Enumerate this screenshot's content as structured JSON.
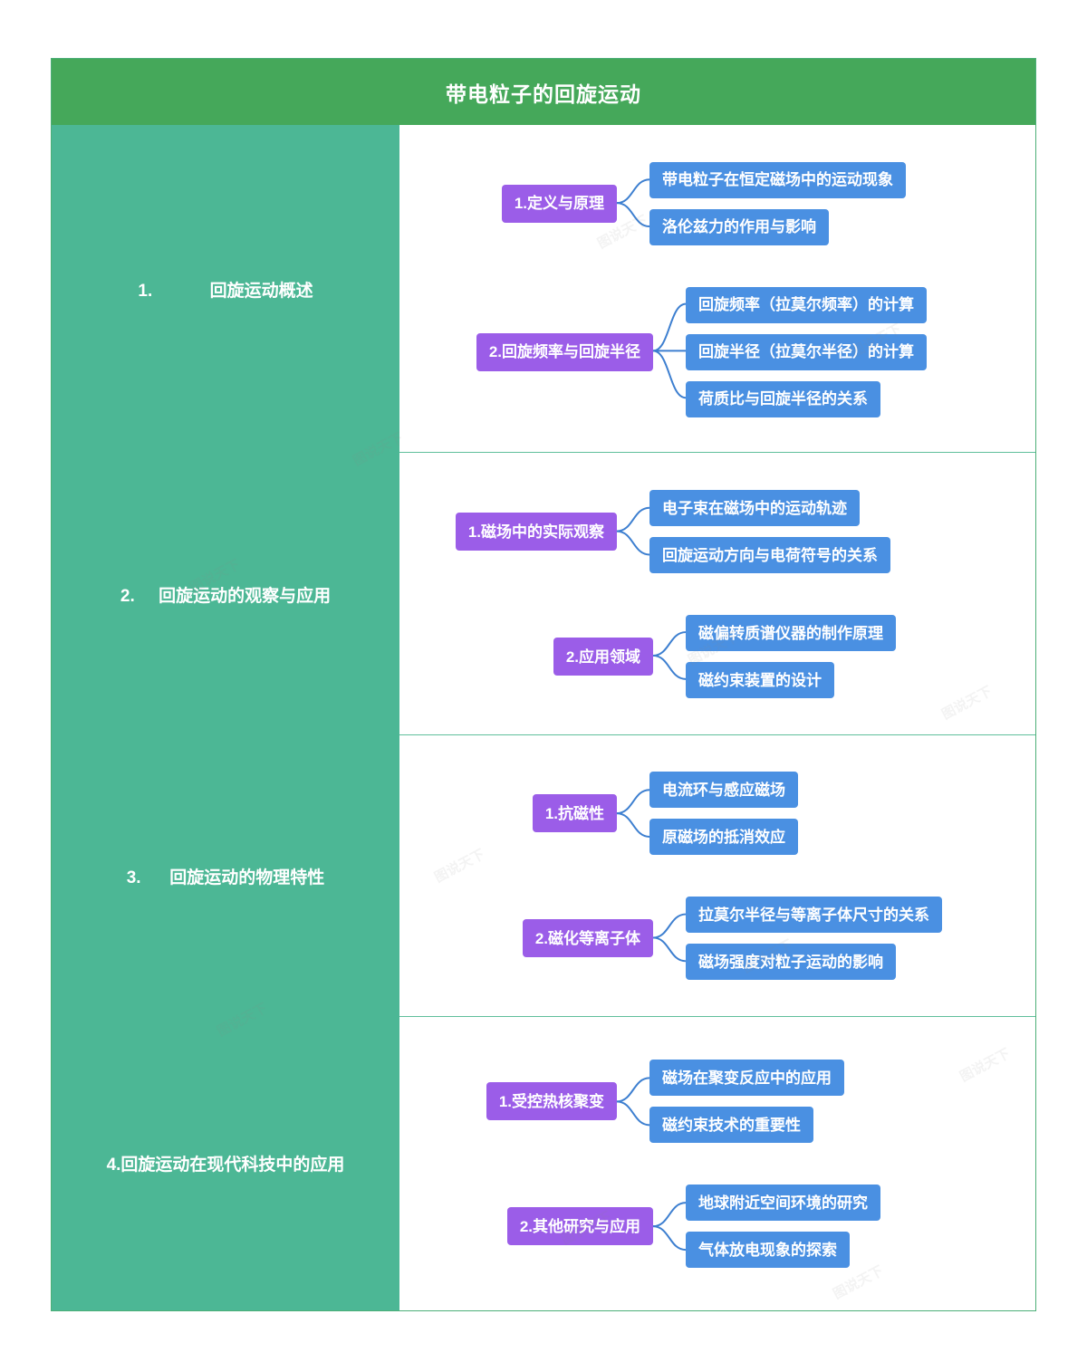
{
  "header": {
    "title": "带电粒子的回旋运动"
  },
  "colors": {
    "header_green": "#45A85A",
    "sidebar_green": "#4CB795",
    "node_purple": "#9B5DE8",
    "node_blue": "#4A90E2",
    "connector_blue": "#3D7FD0",
    "row_divider": "#5FBF9B",
    "frame_border": "#4CAF78",
    "text_white": "#FFFFFF"
  },
  "sections": [
    {
      "sidebar_label": "1.            回旋运动概述",
      "branches": [
        {
          "label": "1.定义与原理",
          "children": [
            "带电粒子在恒定磁场中的运动现象",
            "洛伦兹力的作用与影响"
          ]
        },
        {
          "label": "2.回旋频率与回旋半径",
          "children": [
            "回旋频率（拉莫尔频率）的计算",
            "回旋半径（拉莫尔半径）的计算",
            "荷质比与回旋半径的关系"
          ]
        }
      ]
    },
    {
      "sidebar_label": "2.     回旋运动的观察与应用",
      "branches": [
        {
          "label": "1.磁场中的实际观察",
          "children": [
            "电子束在磁场中的运动轨迹",
            "回旋运动方向与电荷符号的关系"
          ]
        },
        {
          "label": "2.应用领域",
          "children": [
            "磁偏转质谱仪器的制作原理",
            "磁约束装置的设计"
          ]
        }
      ]
    },
    {
      "sidebar_label": "3.      回旋运动的物理特性",
      "branches": [
        {
          "label": "1.抗磁性",
          "children": [
            "电流环与感应磁场",
            "原磁场的抵消效应"
          ]
        },
        {
          "label": "2.磁化等离子体",
          "children": [
            "拉莫尔半径与等离子体尺寸的关系",
            "磁场强度对粒子运动的影响"
          ]
        }
      ]
    },
    {
      "sidebar_label": "4.回旋运动在现代科技中的应用",
      "branches": [
        {
          "label": "1.受控热核聚变",
          "children": [
            "磁场在聚变反应中的应用",
            "磁约束技术的重要性"
          ]
        },
        {
          "label": "2.其他研究与应用",
          "children": [
            "地球附近空间环境的研究",
            "气体放电现象的探索"
          ]
        }
      ]
    }
  ],
  "watermarks": [
    "图说天下",
    "图说天下",
    "图说天下",
    "图说天下",
    "图说天下",
    "图说天下",
    "图说天下",
    "图说天下",
    "图说天下",
    "图说天下",
    "图说天下",
    "图说天下"
  ]
}
